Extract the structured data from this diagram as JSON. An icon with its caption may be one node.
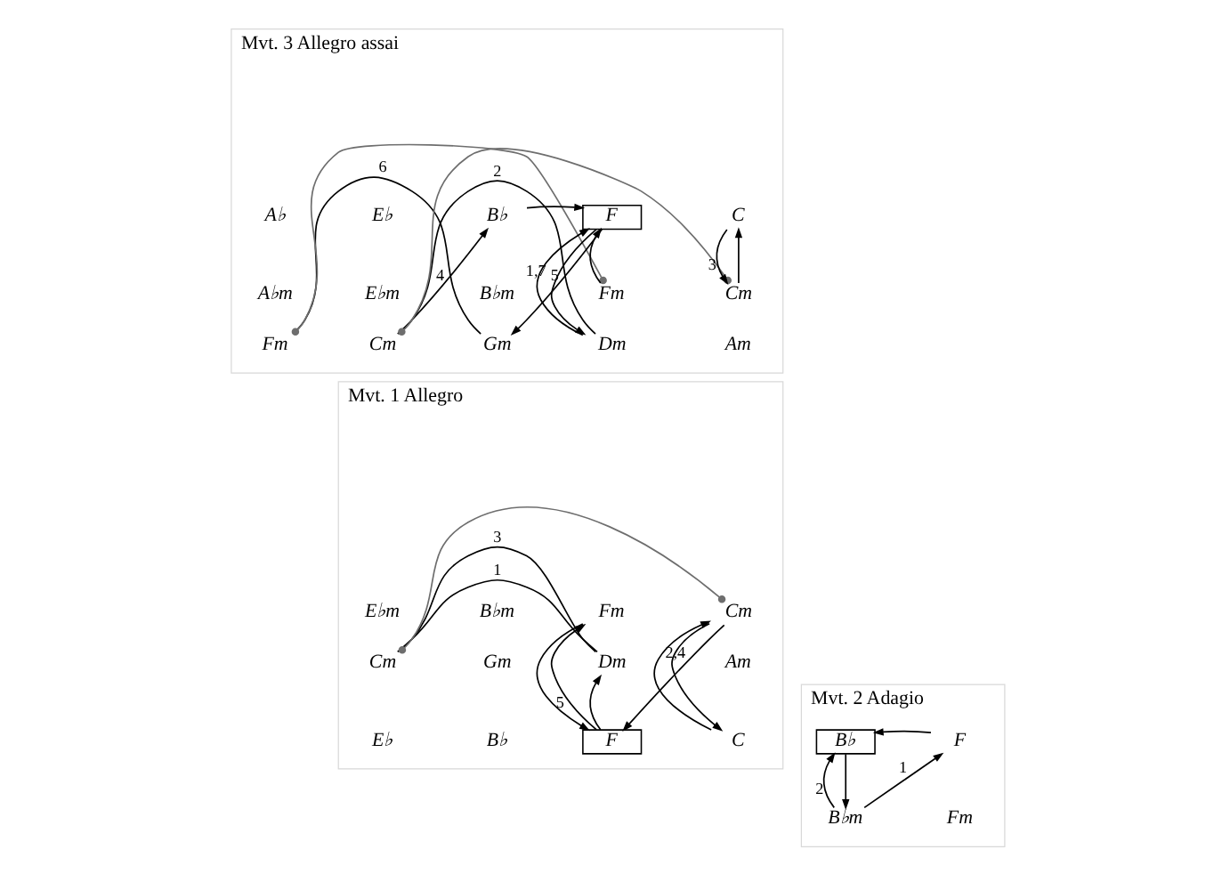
{
  "diagram": {
    "nodes": [
      {
        "text": [
          "Mvt. 1 Allegro"
        ]
      },
      {
        "text": [
          "Cm"
        ],
        "in": 0
      },
      {
        "text": [
          "Gm"
        ],
        "in": 0
      },
      {
        "text": [
          "Dm"
        ],
        "in": 0
      },
      {
        "text": [
          "Am"
        ],
        "in": 0
      },
      {
        "text": [
          "E♭"
        ],
        "in": 0
      },
      {
        "text": [
          "B♭"
        ],
        "in": 0
      },
      {
        "text": [
          "F"
        ],
        "in": 0
      },
      {
        "text": [
          "C"
        ],
        "in": 0
      },
      {
        "text": [
          "E♭m"
        ],
        "in": 0
      },
      {
        "text": [
          "B♭m"
        ],
        "in": 0
      },
      {
        "text": [
          "Fm"
        ],
        "in": 0
      },
      {
        "text": [
          "Cm"
        ],
        "in": 0
      },
      {
        "text": [
          "Mvt. 2 Adagio"
        ]
      },
      {
        "text": [
          "B♭"
        ],
        "in": 13
      },
      {
        "text": [
          "F"
        ],
        "in": 13
      },
      {
        "text": [
          "B♭m"
        ],
        "in": 13
      },
      {
        "text": [
          "Fm"
        ],
        "in": 13
      },
      {
        "text": [
          "Mvt. 3 Allegro assai"
        ]
      },
      {
        "text": [
          "Fm"
        ],
        "in": 18
      },
      {
        "text": [
          "Cm"
        ],
        "in": 18
      },
      {
        "text": [
          "Gm"
        ],
        "in": 18
      },
      {
        "text": [
          "Dm"
        ],
        "in": 18
      },
      {
        "text": [
          "Am"
        ],
        "in": 18
      },
      {
        "text": [
          "A♭"
        ],
        "in": 18
      },
      {
        "text": [
          "E♭"
        ],
        "in": 18
      },
      {
        "text": [
          "B♭"
        ],
        "in": 18
      },
      {
        "text": [
          "F"
        ],
        "in": 18
      },
      {
        "text": [
          "C"
        ],
        "in": 18
      },
      {
        "text": [
          "A♭m"
        ],
        "in": 18
      },
      {
        "text": [
          "E♭m"
        ],
        "in": 18
      },
      {
        "text": [
          "B♭m"
        ],
        "in": 18
      },
      {
        "text": [
          "Fm"
        ],
        "in": 18
      },
      {
        "text": [
          "Cm"
        ],
        "in": 18
      }
    ],
    "edges": [
      {
        "from": 1,
        "to": 3,
        "arrow": "none",
        "label": "1"
      },
      {
        "from": 1,
        "to": 3,
        "arrow": "none",
        "label": "3"
      },
      {
        "from": 7,
        "to": 3,
        "arrow": "to"
      },
      {
        "from": 7,
        "to": 11,
        "arrow": "to",
        "label": "5"
      },
      {
        "from": 11,
        "to": 7,
        "arrow": "to"
      },
      {
        "from": 12,
        "to": 7,
        "arrow": "to",
        "label": "2,4"
      },
      {
        "from": 12,
        "to": 8,
        "arrow": "to"
      },
      {
        "from": 8,
        "to": 12,
        "arrow": "to"
      },
      {
        "from": 1,
        "to": 12,
        "arrow": "other",
        "color": "#6e6e6e"
      },
      {
        "from": 15,
        "to": 14,
        "arrow": "to"
      },
      {
        "from": 14,
        "to": 16,
        "arrow": "to"
      },
      {
        "from": 16,
        "to": 14,
        "arrow": "to",
        "label": "2"
      },
      {
        "from": 16,
        "to": 15,
        "arrow": "to",
        "label": "1"
      },
      {
        "from": 20,
        "to": 22,
        "arrow": "none",
        "label": "2"
      },
      {
        "from": 19,
        "to": 21,
        "arrow": "none",
        "label": "6"
      },
      {
        "from": 20,
        "to": 26,
        "arrow": "to",
        "label": "4"
      },
      {
        "from": 27,
        "to": 21,
        "arrow": "to",
        "label": "5"
      },
      {
        "from": 27,
        "to": 22,
        "arrow": "to"
      },
      {
        "from": 22,
        "to": 27,
        "arrow": "to",
        "label": "1,7"
      },
      {
        "from": 26,
        "to": 27,
        "arrow": "to"
      },
      {
        "from": 32,
        "to": 27,
        "arrow": "to"
      },
      {
        "from": 33,
        "to": 28,
        "arrow": "to"
      },
      {
        "from": 28,
        "to": 33,
        "arrow": "to",
        "label": "3"
      },
      {
        "from": 20,
        "to": 33,
        "arrow": "other",
        "color": "#6e6e6e"
      },
      {
        "from": 19,
        "to": 32,
        "arrow": "other",
        "color": "#6e6e6e"
      }
    ]
  }
}
